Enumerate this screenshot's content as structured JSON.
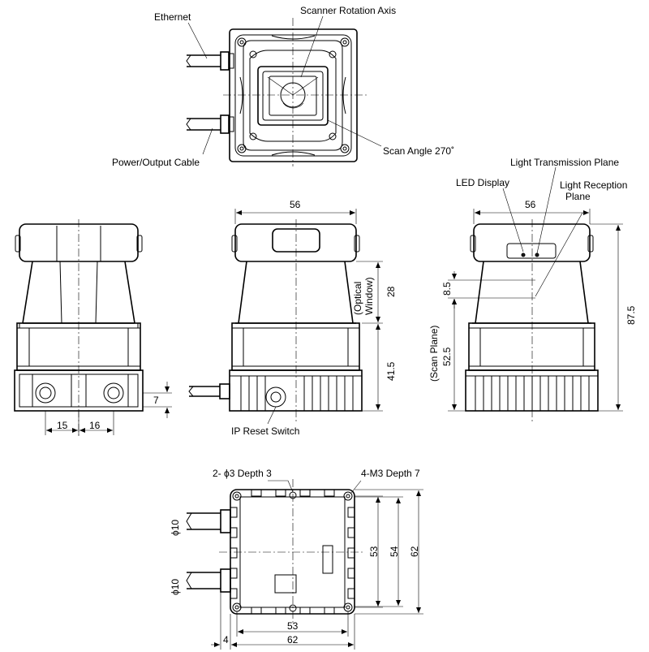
{
  "labels": {
    "ethernet": "Ethernet",
    "scanner_rotation_axis": "Scanner Rotation Axis",
    "scan_angle": "Scan Angle 270˚",
    "power_output_cable": "Power/Output Cable",
    "light_transmission_plane": "Light Transmission Plane",
    "led_display": "LED Display",
    "light_reception_plane_line1": "Light Reception",
    "light_reception_plane_line2": "Plane",
    "ip_reset_switch": "IP Reset Switch",
    "optical_window_line1": "(Optical",
    "optical_window_line2": "Window)",
    "scan_plane": "(Scan Plane)",
    "holes_2": "2- ϕ3 Depth 3",
    "holes_4": "4-M3 Depth 7",
    "phi10_upper": "ϕ10",
    "phi10_lower": "ϕ10"
  },
  "dimensions": {
    "front_width": "56",
    "side_width": "56",
    "left_15": "15",
    "left_16": "16",
    "left_7": "7",
    "window_28": "28",
    "base_41_5": "41.5",
    "scan_8_5": "8.5",
    "scan_52_5": "52.5",
    "height_87_5": "87.5",
    "bottom_53_v": "53",
    "bottom_54_v": "54",
    "bottom_62_v": "62",
    "bottom_53_h": "53",
    "bottom_62_h": "62",
    "bottom_4": "4"
  }
}
